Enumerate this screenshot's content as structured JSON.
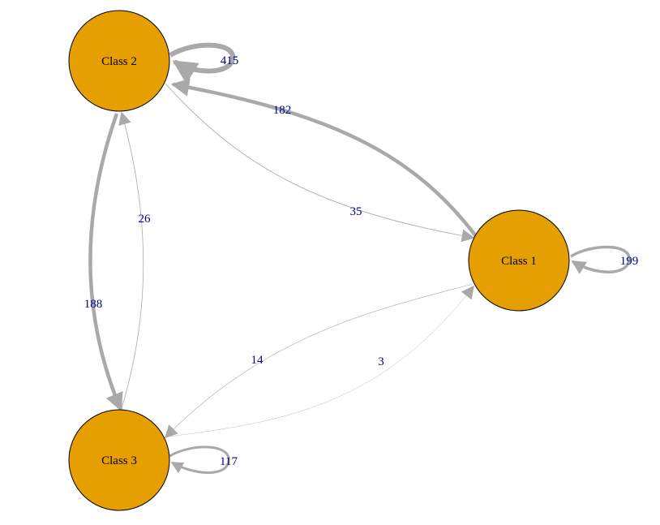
{
  "colors": {
    "node_fill": "#E69F00",
    "node_border": "#000000",
    "edge": "#A9A9A9",
    "edge_label": "#00008B",
    "background": "#FFFFFF"
  },
  "nodes": [
    {
      "id": "class-2",
      "label": "Class 2"
    },
    {
      "id": "class-1",
      "label": "Class 1"
    },
    {
      "id": "class-3",
      "label": "Class 3"
    }
  ],
  "edges": [
    {
      "from": "Class 2",
      "to": "Class 2",
      "label": "415"
    },
    {
      "from": "Class 1",
      "to": "Class 2",
      "label": "182"
    },
    {
      "from": "Class 2",
      "to": "Class 1",
      "label": "35"
    },
    {
      "from": "Class 1",
      "to": "Class 1",
      "label": "199"
    },
    {
      "from": "Class 3",
      "to": "Class 2",
      "label": "26"
    },
    {
      "from": "Class 2",
      "to": "Class 3",
      "label": "188"
    },
    {
      "from": "Class 1",
      "to": "Class 3",
      "label": "14"
    },
    {
      "from": "Class 3",
      "to": "Class 1",
      "label": "3"
    },
    {
      "from": "Class 3",
      "to": "Class 3",
      "label": "117"
    }
  ]
}
